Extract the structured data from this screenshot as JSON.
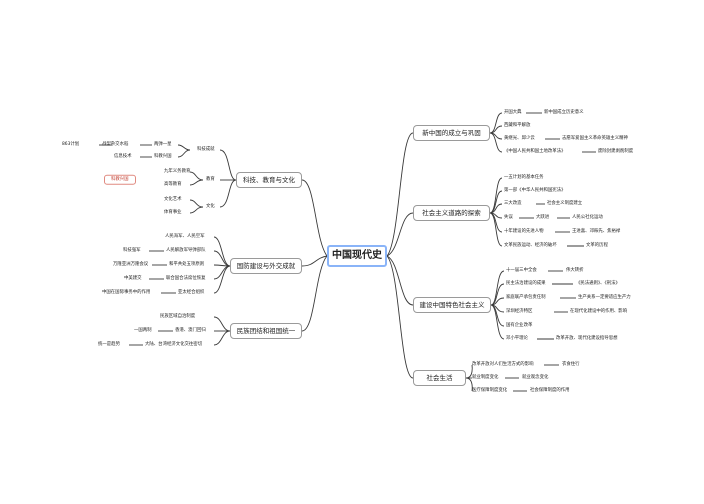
{
  "center": "中国现代史",
  "branches": {
    "b1": {
      "label": "新中国的成立与巩固",
      "items": [
        {
          "text": "开国大典",
          "leaves": [
            "新中国成立历史意义"
          ]
        },
        {
          "text": "西藏和平解放",
          "leaves": []
        },
        {
          "text": "黄继光、邱少云",
          "leaves": [
            "志愿军爱国主义革命英雄主义精神"
          ]
        },
        {
          "text": "《中国人民共和国土地改革法》",
          "leaves": [
            "废除封建剥削制度"
          ]
        }
      ]
    },
    "b2": {
      "label": "社会主义道路的探索",
      "items": [
        {
          "text": "一五计划的基本任务",
          "leaves": []
        },
        {
          "text": "第一部《中华人民共和国宪法》",
          "leaves": []
        },
        {
          "text": "三大改造",
          "leaves": [
            "社会主义制度建立"
          ]
        },
        {
          "text": "失误",
          "leaves": [
            "大跃进",
            "人民公社化运动"
          ]
        },
        {
          "text": "十年建设的先进人物",
          "leaves": [
            "王进喜、邓稼先、焦裕禄"
          ]
        },
        {
          "text": "文革民族运动、经济的破坏",
          "leaves": [
            "文革的历程"
          ]
        }
      ]
    },
    "b3": {
      "label": "建设中国特色社会主义",
      "items": [
        {
          "text": "十一届三中全会",
          "leaves": [
            "伟大转折"
          ]
        },
        {
          "text": "民主法治建设的成果",
          "leaves": [
            "《民法通则》、《刑法》"
          ]
        },
        {
          "text": "家庭联产承包责任制",
          "leaves": [
            "生产关系一定要适应生产力"
          ]
        },
        {
          "text": "深圳经济特区",
          "leaves": [
            "在现代化建设中的作用、影响"
          ]
        },
        {
          "text": "国有企业改革",
          "leaves": []
        },
        {
          "text": "邓小平理论",
          "leaves": [
            "改革开放、现代化建设指导思想"
          ]
        }
      ]
    },
    "b4": {
      "label": "社会生活",
      "items": [
        {
          "text": "改革开放对人们生活方式的影响",
          "leaves": [
            "衣食住行"
          ]
        },
        {
          "text": "就业制度变化",
          "leaves": [
            "就业观念变化"
          ]
        },
        {
          "text": "医疗保障制度变化",
          "leaves": [
            "社会保障制度的作用"
          ]
        }
      ]
    },
    "b5": {
      "label": "科技、教育与文化",
      "items": [
        {
          "text": "科技成就",
          "leaves": [
            "两弹一星",
            "科教兴国"
          ],
          "subleaves": {
            "两弹一星": [
              "战型杂交水稻",
              "863计划"
            ],
            "科教兴国": [
              "信息技术"
            ]
          }
        },
        {
          "text": "教育",
          "leaves": [
            "九年义务教育",
            "高等教育"
          ]
        },
        {
          "text": "文化",
          "leaves": [
            "文化艺术",
            "体育事业"
          ]
        }
      ]
    },
    "b6": {
      "label": "国防建设与外交成就",
      "items": [
        {
          "text": "人民海军、人民空军"
        },
        {
          "text": "人民解放军导弹部队",
          "leaves": [
            "科技强军"
          ]
        },
        {
          "text": "和平共处五项原则",
          "leaves": [
            "万隆亚洲万隆会议"
          ]
        },
        {
          "text": "联合国合法席位恢复",
          "leaves": [
            "中美建交"
          ]
        },
        {
          "text": "亚太经合组织",
          "leaves": [
            "中国在国际事务中的作用"
          ]
        }
      ]
    },
    "b7": {
      "label": "民族团结和祖国统一",
      "items": [
        {
          "text": "民族区域自治制度"
        },
        {
          "text": "香港、澳门回归",
          "leaves": [
            "一国两制"
          ]
        },
        {
          "text": "大陆、台湾经济文化交往密切",
          "leaves": [
            "统一是趋势"
          ]
        }
      ]
    }
  },
  "tag": "科教兴国"
}
